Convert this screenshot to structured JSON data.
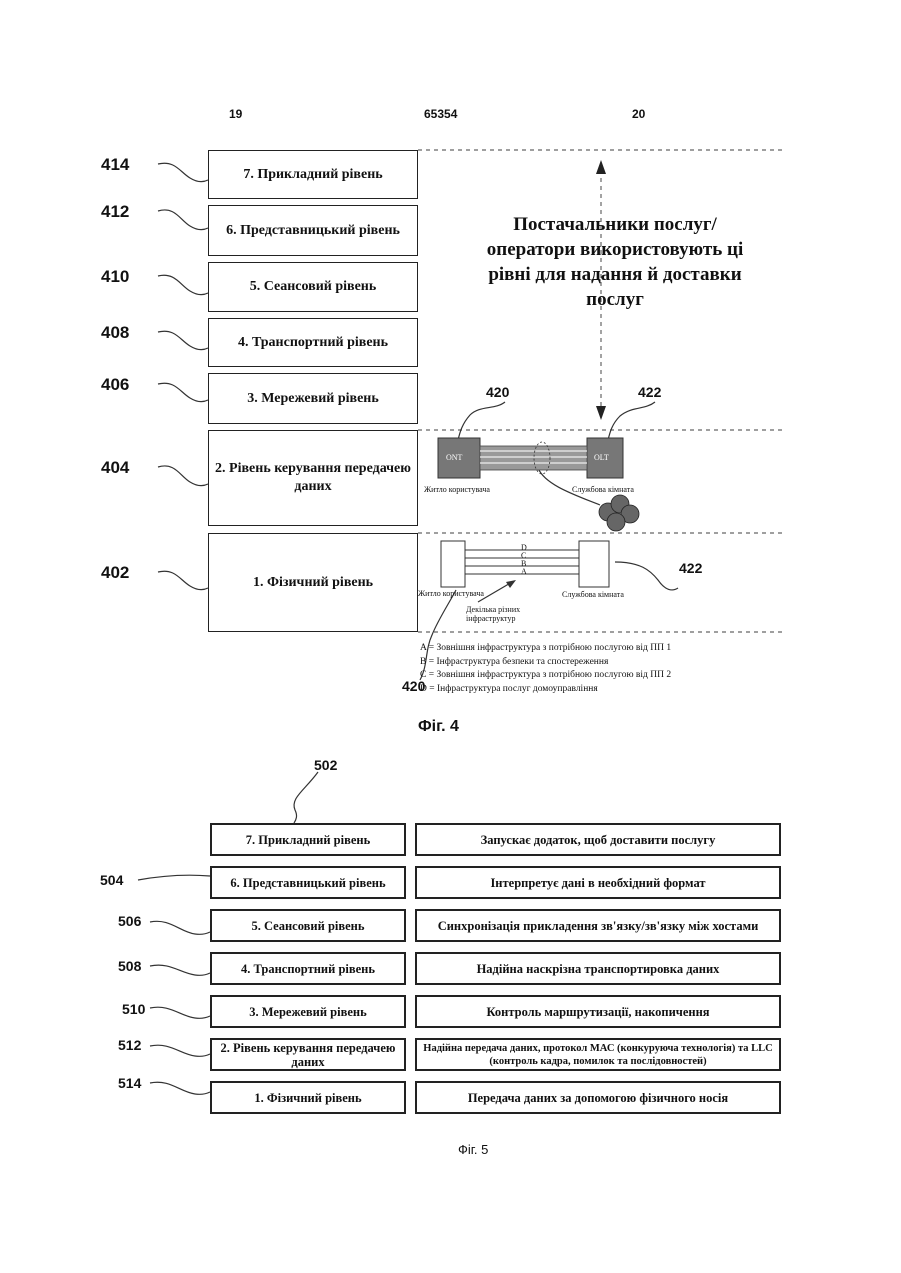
{
  "header": {
    "left_page": "19",
    "patent_number": "65354",
    "right_page": "20"
  },
  "fig4": {
    "layers": [
      {
        "ref": "414",
        "label": "7. Прикладний рівень"
      },
      {
        "ref": "412",
        "label": "6. Представницький рівень"
      },
      {
        "ref": "410",
        "label": "5. Сеансовий рівень"
      },
      {
        "ref": "408",
        "label": "4. Транспортний рівень"
      },
      {
        "ref": "406",
        "label": "3. Мережевий рівень"
      },
      {
        "ref": "404",
        "label": "2. Рівень керування передачею даних"
      },
      {
        "ref": "402",
        "label": "1. Фізичний рівень"
      }
    ],
    "provider_text": "Постачальники послуг/ оператори використовують ці рівні для надання й доставки послуг",
    "ref_420_top": "420",
    "ref_422_top": "422",
    "ref_422_bottom": "422",
    "ref_420_bottom": "420",
    "ont_label": "ONT",
    "olt_label": "OLT",
    "user_home": "Житло користувача",
    "service_room": "Службова кімната",
    "user_home_2": "Житло користувача",
    "service_room_2": "Службова кімната",
    "shared_infra": "Декілька різних інфраструктур",
    "line_letters": [
      "D",
      "C",
      "B",
      "A"
    ],
    "legend": [
      "A = Зовнішня інфраструктура з потрібною послугою від ПП 1",
      "B = Інфраструктура безпеки та спостереження",
      "C = Зовнішня інфраструктура з потрібною послугою від ПП 2",
      "D = Інфраструктура послуг домоуправління"
    ],
    "caption": "Фіг. 4"
  },
  "fig5": {
    "ref_502": "502",
    "rows": [
      {
        "ref": "",
        "label": "7. Прикладний рівень",
        "desc": "Запускає додаток, щоб доставити послугу"
      },
      {
        "ref": "504",
        "label": "6. Представницький рівень",
        "desc": "Інтерпретує дані в необхідний формат"
      },
      {
        "ref": "506",
        "label": "5. Сеансовий рівень",
        "desc": "Синхронізація прикладення зв'язку/зв'язку між хостами"
      },
      {
        "ref": "508",
        "label": "4. Транспортний рівень",
        "desc": "Надійна наскрізна транспортировка даних"
      },
      {
        "ref": "510",
        "label": "3. Мережевий рівень",
        "desc": "Контроль маршрутизації, накопичення"
      },
      {
        "ref": "512",
        "label": "2. Рівень керування передачею даних",
        "desc": "Надійна передача даних, протокол МАС (конкуруюча технологія) та LLC (контроль кадра, помилок та послідовностей)"
      },
      {
        "ref": "514",
        "label": "1. Фізичний рівень",
        "desc": "Передача даних за допомогою фізичного носія"
      }
    ],
    "caption": "Фіг. 5"
  }
}
